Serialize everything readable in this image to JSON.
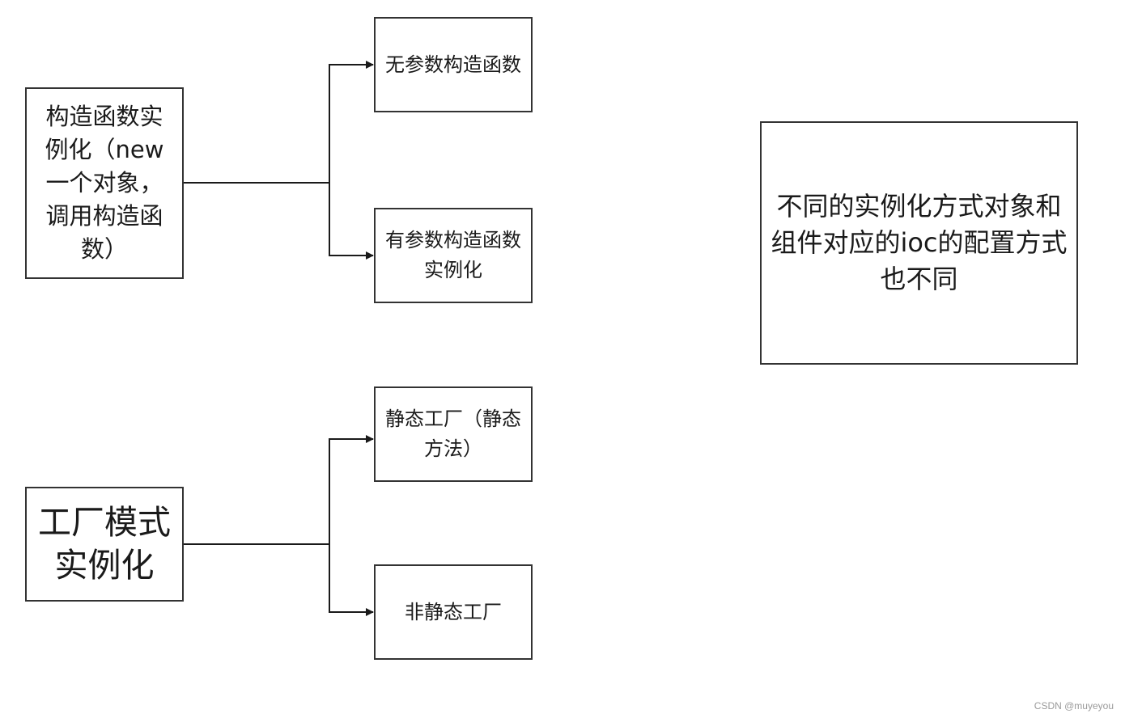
{
  "diagram": {
    "nodes": {
      "constructor": "构造函数实例化（new一个对象，调用构造函数）",
      "factory": "工厂模式实例化",
      "noarg": "无参数构造函数",
      "arg": "有参数构造函数实例化",
      "static_factory": "静态工厂（静态方法）",
      "nonstatic_factory": "非静态工厂",
      "note": "不同的实例化方式对象和组件对应的ioc的配置方式也不同"
    },
    "edges": [
      {
        "from": "constructor",
        "to": "noarg"
      },
      {
        "from": "constructor",
        "to": "arg"
      },
      {
        "from": "factory",
        "to": "static_factory"
      },
      {
        "from": "factory",
        "to": "nonstatic_factory"
      }
    ],
    "line_color": "#1a1a1a"
  },
  "watermark": "CSDN @muyeyou"
}
